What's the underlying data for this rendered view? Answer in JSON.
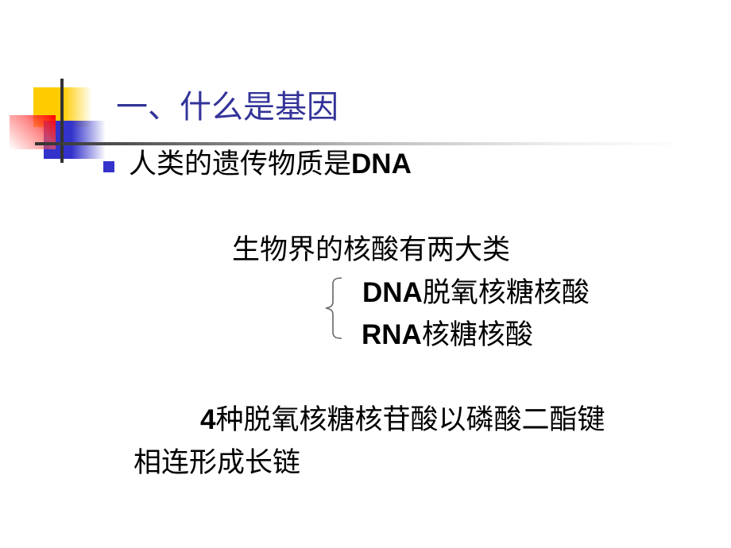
{
  "slide": {
    "title": "一、什么是基因",
    "title_color": "#333399",
    "bullet_color": "#3333CC",
    "bullet": {
      "text_cn": "人类的遗传物质是",
      "text_latin": "DNA"
    },
    "nucleic_acids": {
      "heading": "生物界的核酸有两大类",
      "types": [
        {
          "abbr": "DNA",
          "name": "脱氧核糖核酸"
        },
        {
          "abbr": "RNA",
          "name": "核糖核酸"
        }
      ]
    },
    "structure": {
      "number": "4",
      "line1_rest": "种脱氧核糖核苷酸以磷酸二酯键",
      "line2": "相连形成长链"
    },
    "decoration_colors": {
      "yellow": "#FFCC00",
      "blue": "#3333CC",
      "red": "#FF0000",
      "line": "#333333"
    }
  }
}
